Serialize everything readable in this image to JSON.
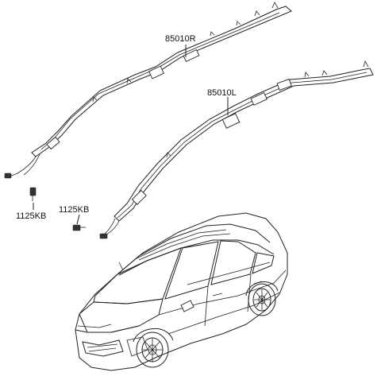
{
  "labels": {
    "part_85010R": "85010R",
    "part_85010L": "85010L",
    "bolt_left": "1125KB",
    "bolt_right": "1125KB"
  }
}
